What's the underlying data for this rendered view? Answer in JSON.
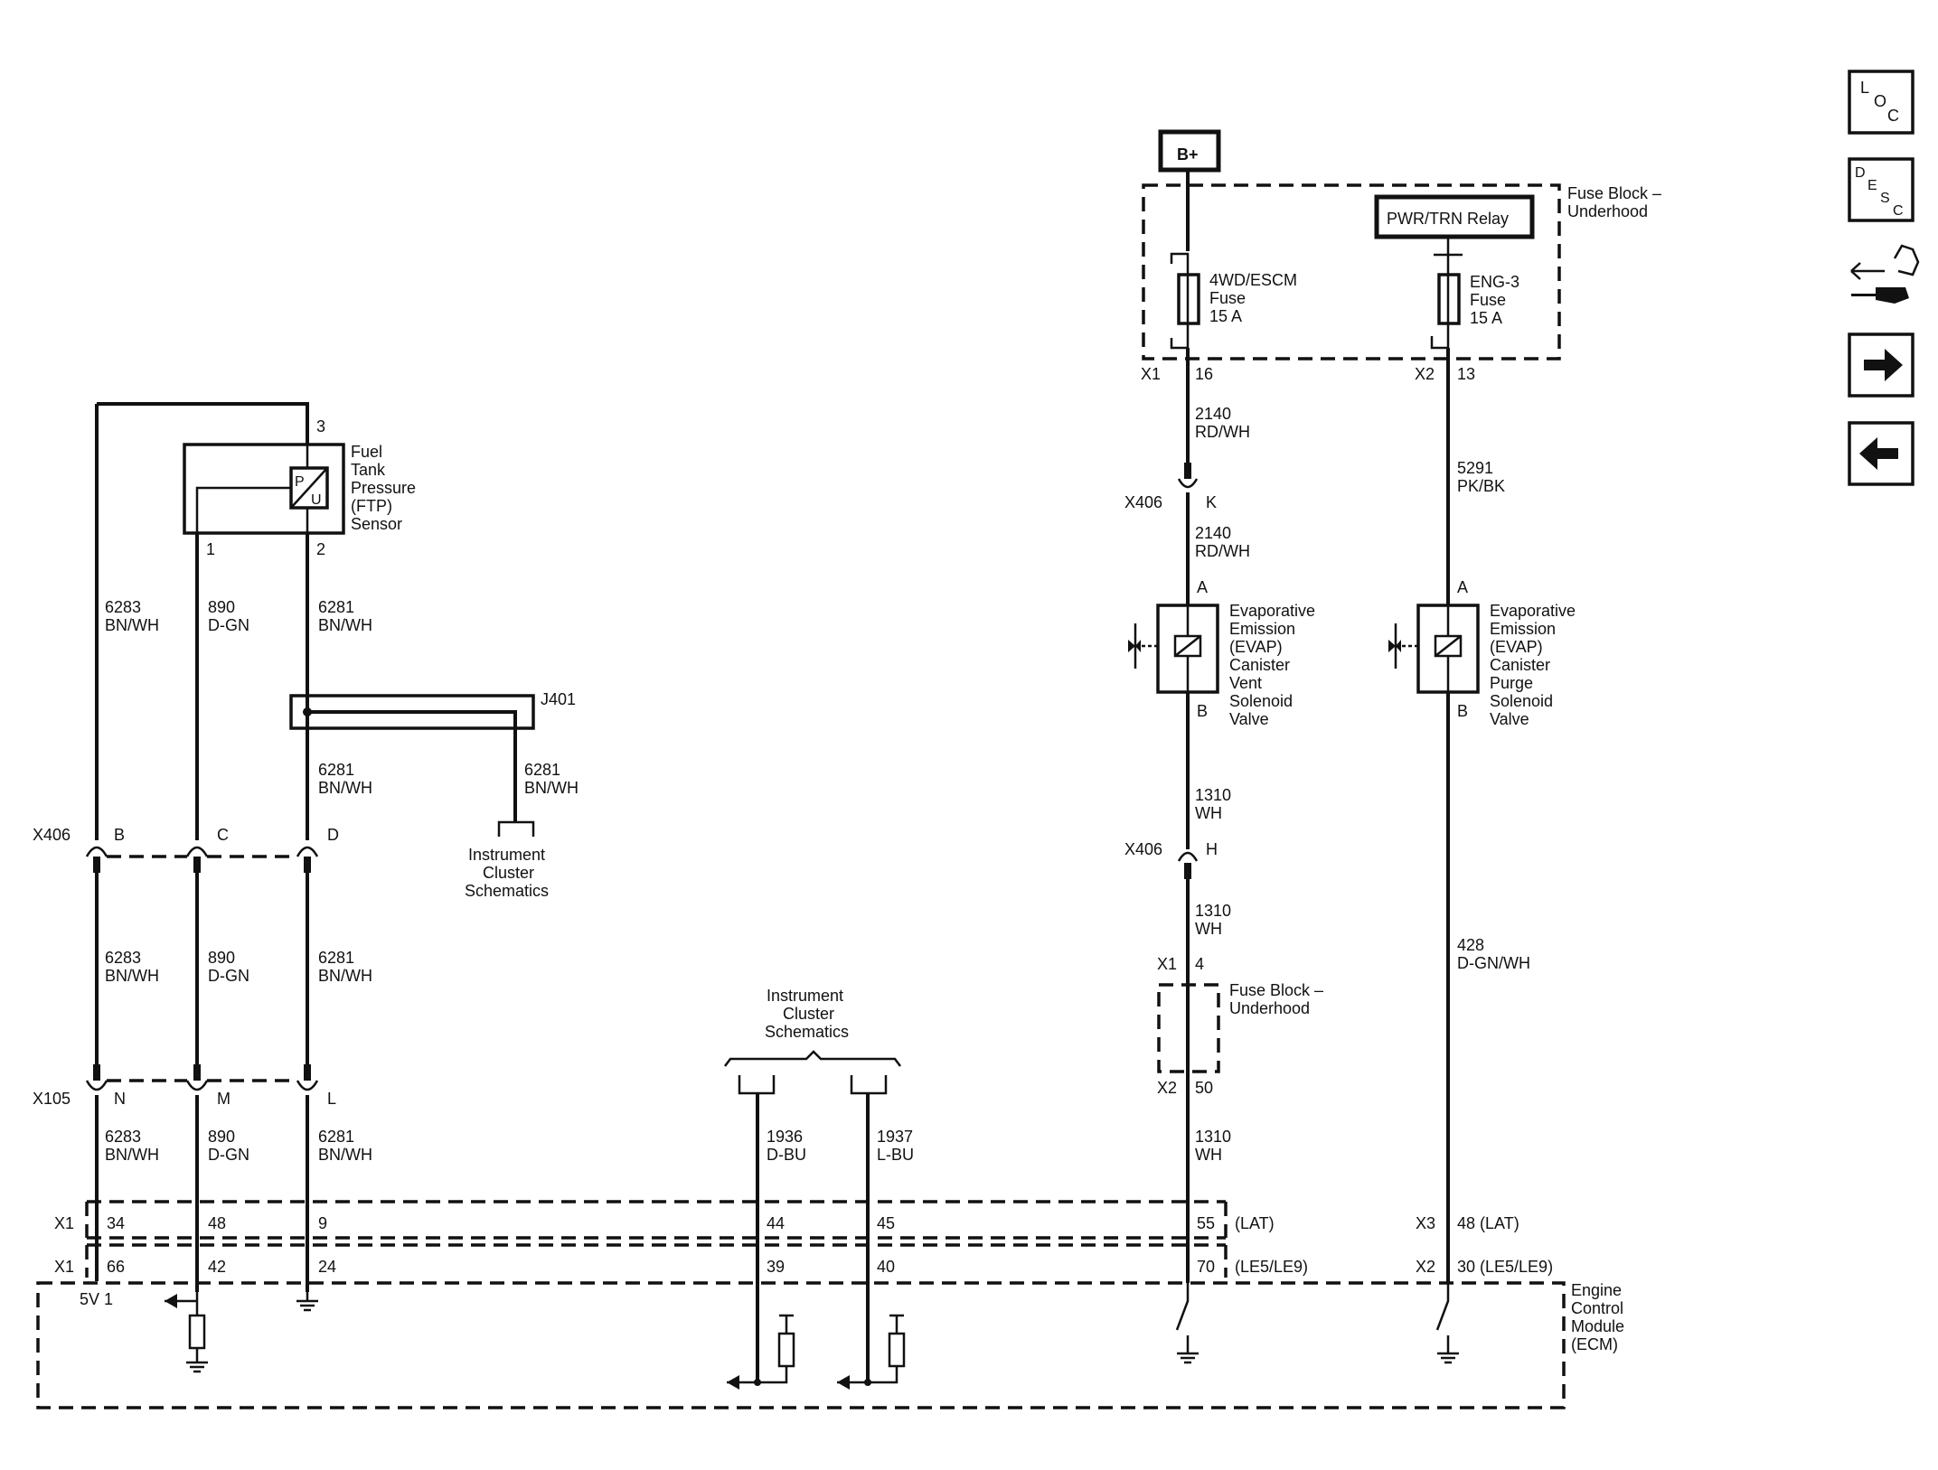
{
  "power": {
    "bplus": "B+"
  },
  "fuse_block": {
    "title_line1": "Fuse Block –",
    "title_line2": "Underhood",
    "relay": "PWR/TRN Relay",
    "fuse_a": [
      "4WD/ESCM",
      "Fuse",
      "15 A"
    ],
    "fuse_b": [
      "ENG-3",
      "Fuse",
      "15 A"
    ]
  },
  "connectors": {
    "x1": "X1",
    "x2": "X2",
    "x3": "X3",
    "x406": "X406",
    "x105": "X105",
    "j401": "J401",
    "pin_16": "16",
    "pin_13": "13",
    "pin_k": "K",
    "pin_h": "H",
    "pin_b": "B",
    "pin_c": "C",
    "pin_d": "D",
    "pin_n": "N",
    "pin_m": "M",
    "pin_l": "L",
    "pin_4": "4",
    "pin_50": "50",
    "sensor_pin_3": "3",
    "sensor_pin_1": "1",
    "sensor_pin_2": "2",
    "sol_a": "A",
    "sol_b": "B"
  },
  "wires": {
    "w2140": [
      "2140",
      "RD/WH"
    ],
    "w5291": [
      "5291",
      "PK/BK"
    ],
    "w1310": [
      "1310",
      "WH"
    ],
    "w428": [
      "428",
      "D-GN/WH"
    ],
    "w6283": [
      "6283",
      "BN/WH"
    ],
    "w890": [
      "890",
      "D-GN"
    ],
    "w6281": [
      "6281",
      "BN/WH"
    ],
    "w1936": [
      "1936",
      "D-BU"
    ],
    "w1937": [
      "1937",
      "L-BU"
    ]
  },
  "sensor": {
    "label": [
      "Fuel",
      "Tank",
      "Pressure",
      "(FTP)",
      "Sensor"
    ],
    "sym_p": "P",
    "sym_u": "U"
  },
  "vent_valve": [
    "Evaporative",
    "Emission",
    "(EVAP)",
    "Canister",
    "Vent",
    "Solenoid",
    "Valve"
  ],
  "purge_valve": [
    "Evaporative",
    "Emission",
    "(EVAP)",
    "Canister",
    "Purge",
    "Solenoid",
    "Valve"
  ],
  "cluster_ref": [
    "Instrument",
    "Cluster",
    "Schematics"
  ],
  "fuse_block_inline": [
    "Fuse Block –",
    "Underhood"
  ],
  "ecm": {
    "label": [
      "Engine",
      "Control",
      "Module",
      "(ECM)"
    ],
    "row1": {
      "p34": "34",
      "p48": "48",
      "p9": "9",
      "p44": "44",
      "p45": "45",
      "p55": "55",
      "lat": "(LAT)",
      "x3pin": "48 (LAT)"
    },
    "row2": {
      "p66": "66",
      "p42": "42",
      "p24": "24",
      "p39": "39",
      "p40": "40",
      "p70": "70",
      "le": "(LE5/LE9)",
      "x2pin": "30 (LE5/LE9)"
    },
    "v5": "5V 1"
  },
  "nav": {
    "loc": [
      "L",
      "O",
      "C"
    ],
    "desc": [
      "D",
      "E",
      "S",
      "C"
    ],
    "icons": [
      "connector-icon",
      "forward-arrow-icon",
      "back-arrow-icon"
    ]
  }
}
